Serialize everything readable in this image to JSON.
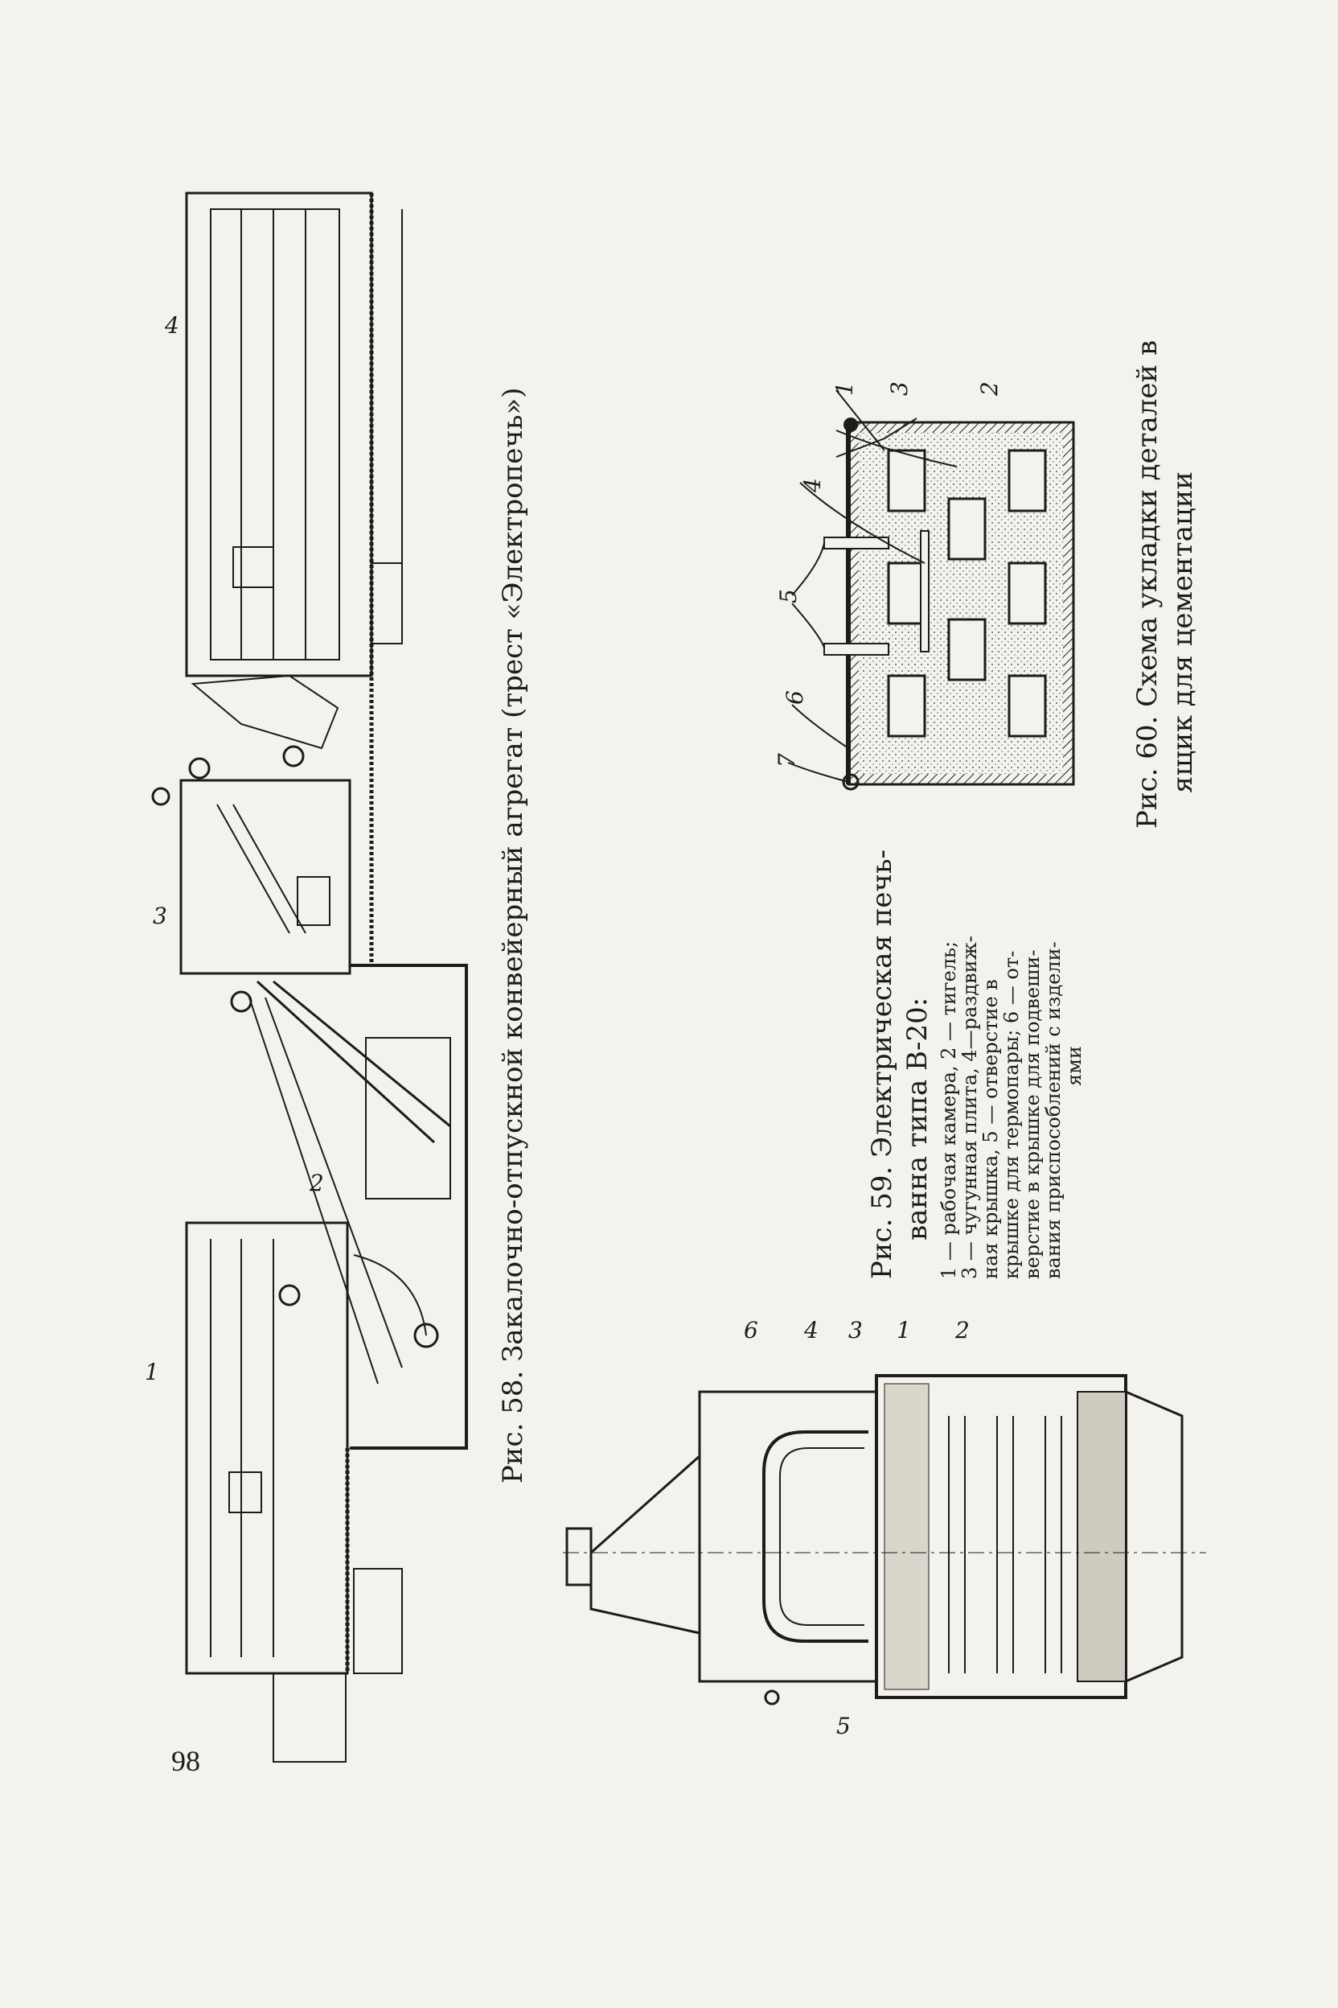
{
  "page": {
    "number": "98"
  },
  "fig58": {
    "caption": "Рис. 58. Закалочно-отпускной конвейерный агрегат (трест «Электропечь»)",
    "labels": [
      "1",
      "2",
      "3",
      "4"
    ]
  },
  "fig59": {
    "title_line1": "Рис. 59. Электрическая печь-",
    "title_line2": "ванна типа В-20:",
    "legend_line1": "1 — рабочая камера, 2 — тигель;",
    "legend_line2": "3 — чугунная плита, 4—раздвиж-",
    "legend_line3": "ная крышка, 5 — отверстие в",
    "legend_line4": "крышке для термопары; 6 — от-",
    "legend_line5": "верстие в крышке для подвеши-",
    "legend_line6": "вания приспособлений с издели-",
    "legend_line7": "ями",
    "labels": [
      "6",
      "4",
      "3",
      "1",
      "2",
      "5"
    ]
  },
  "fig60": {
    "caption_line1": "Рис. 60. Схема укладки деталей в",
    "caption_line2": "ящик для цементации",
    "labels": [
      "1",
      "3",
      "2",
      "4",
      "5",
      "6",
      "7"
    ]
  }
}
